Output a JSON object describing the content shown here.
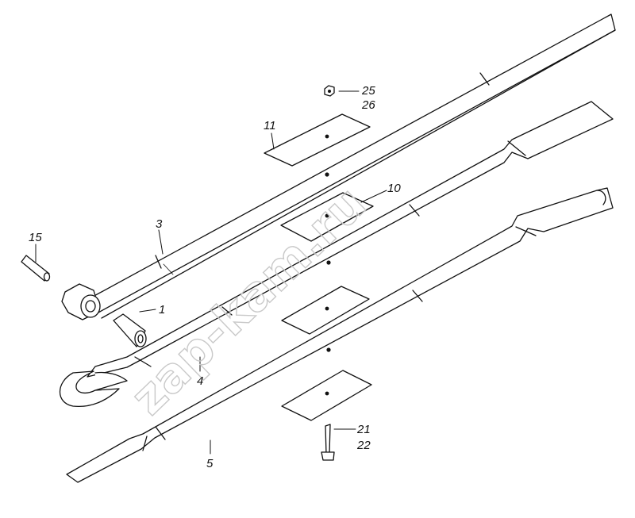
{
  "colors": {
    "line": "#111111",
    "fill": "#ffffff",
    "watermark": "#c9c9c9"
  },
  "watermark": "zap-kam.ru",
  "callouts": {
    "c1": "1",
    "c3": "3",
    "c4": "4",
    "c5": "5",
    "c10": "10",
    "c11": "11",
    "c15": "15",
    "c21": "21",
    "c22": "22",
    "c25": "25",
    "c26": "26"
  }
}
